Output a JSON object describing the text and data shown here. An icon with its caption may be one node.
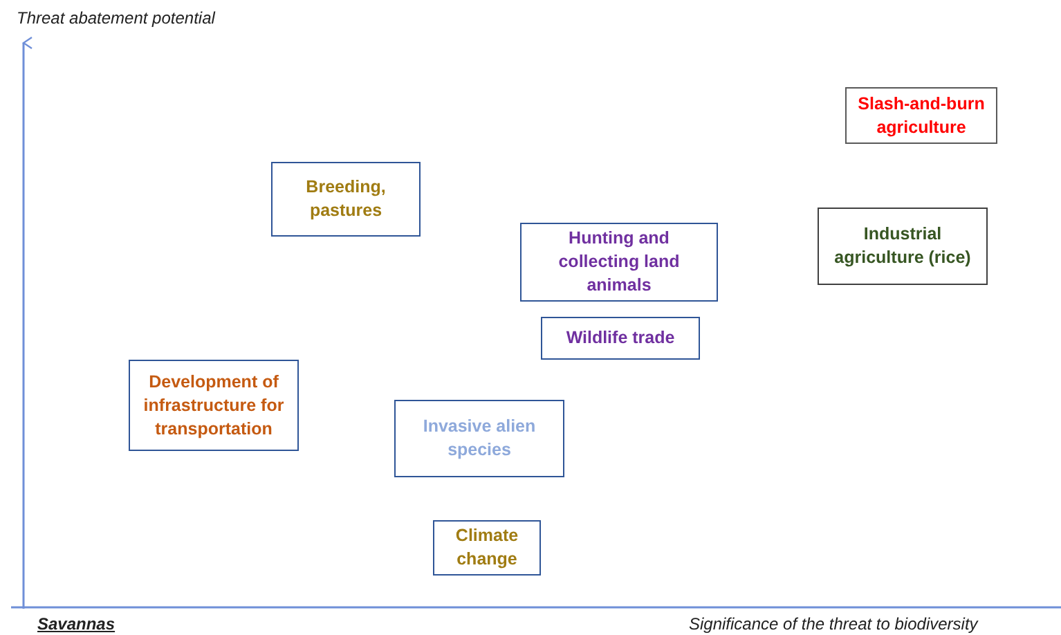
{
  "diagram": {
    "nodes": [
      {
        "text": [
          "Slash-and-burn agriculture"
        ]
      },
      {
        "text": [
          "Breeding, pastures"
        ]
      },
      {
        "text": [
          "Industrial agriculture (rice)"
        ]
      },
      {
        "text": [
          "Hunting and collecting land animals"
        ]
      },
      {
        "text": [
          "Wildlife trade"
        ]
      },
      {
        "text": [
          "Development of infrastructure for transportation"
        ]
      },
      {
        "text": [
          "Invasive alien species"
        ]
      },
      {
        "text": [
          "Climate change"
        ]
      }
    ],
    "edges": [],
    "labels": [
      "Threat abatement potential",
      "Savannas",
      "Significance of the threat to biodiversity"
    ]
  }
}
